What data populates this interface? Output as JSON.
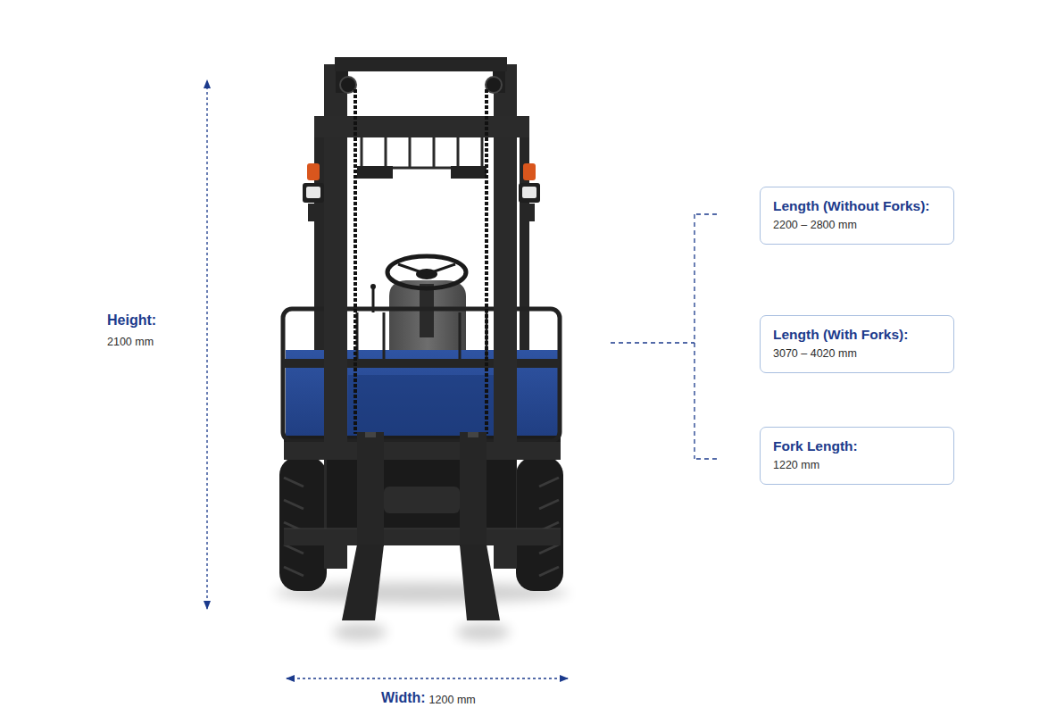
{
  "diagram": {
    "nodes": [
      {
        "text": [
          "Length (Without Forks):",
          "2200 – 2800 mm"
        ]
      },
      {
        "text": [
          "Length (With Forks):",
          "3070 – 4020 mm"
        ]
      },
      {
        "text": [
          "Fork Length:",
          "1220 mm"
        ]
      }
    ],
    "labels": [
      "Height:",
      "2100 mm",
      "Width:",
      "1200 mm"
    ]
  }
}
